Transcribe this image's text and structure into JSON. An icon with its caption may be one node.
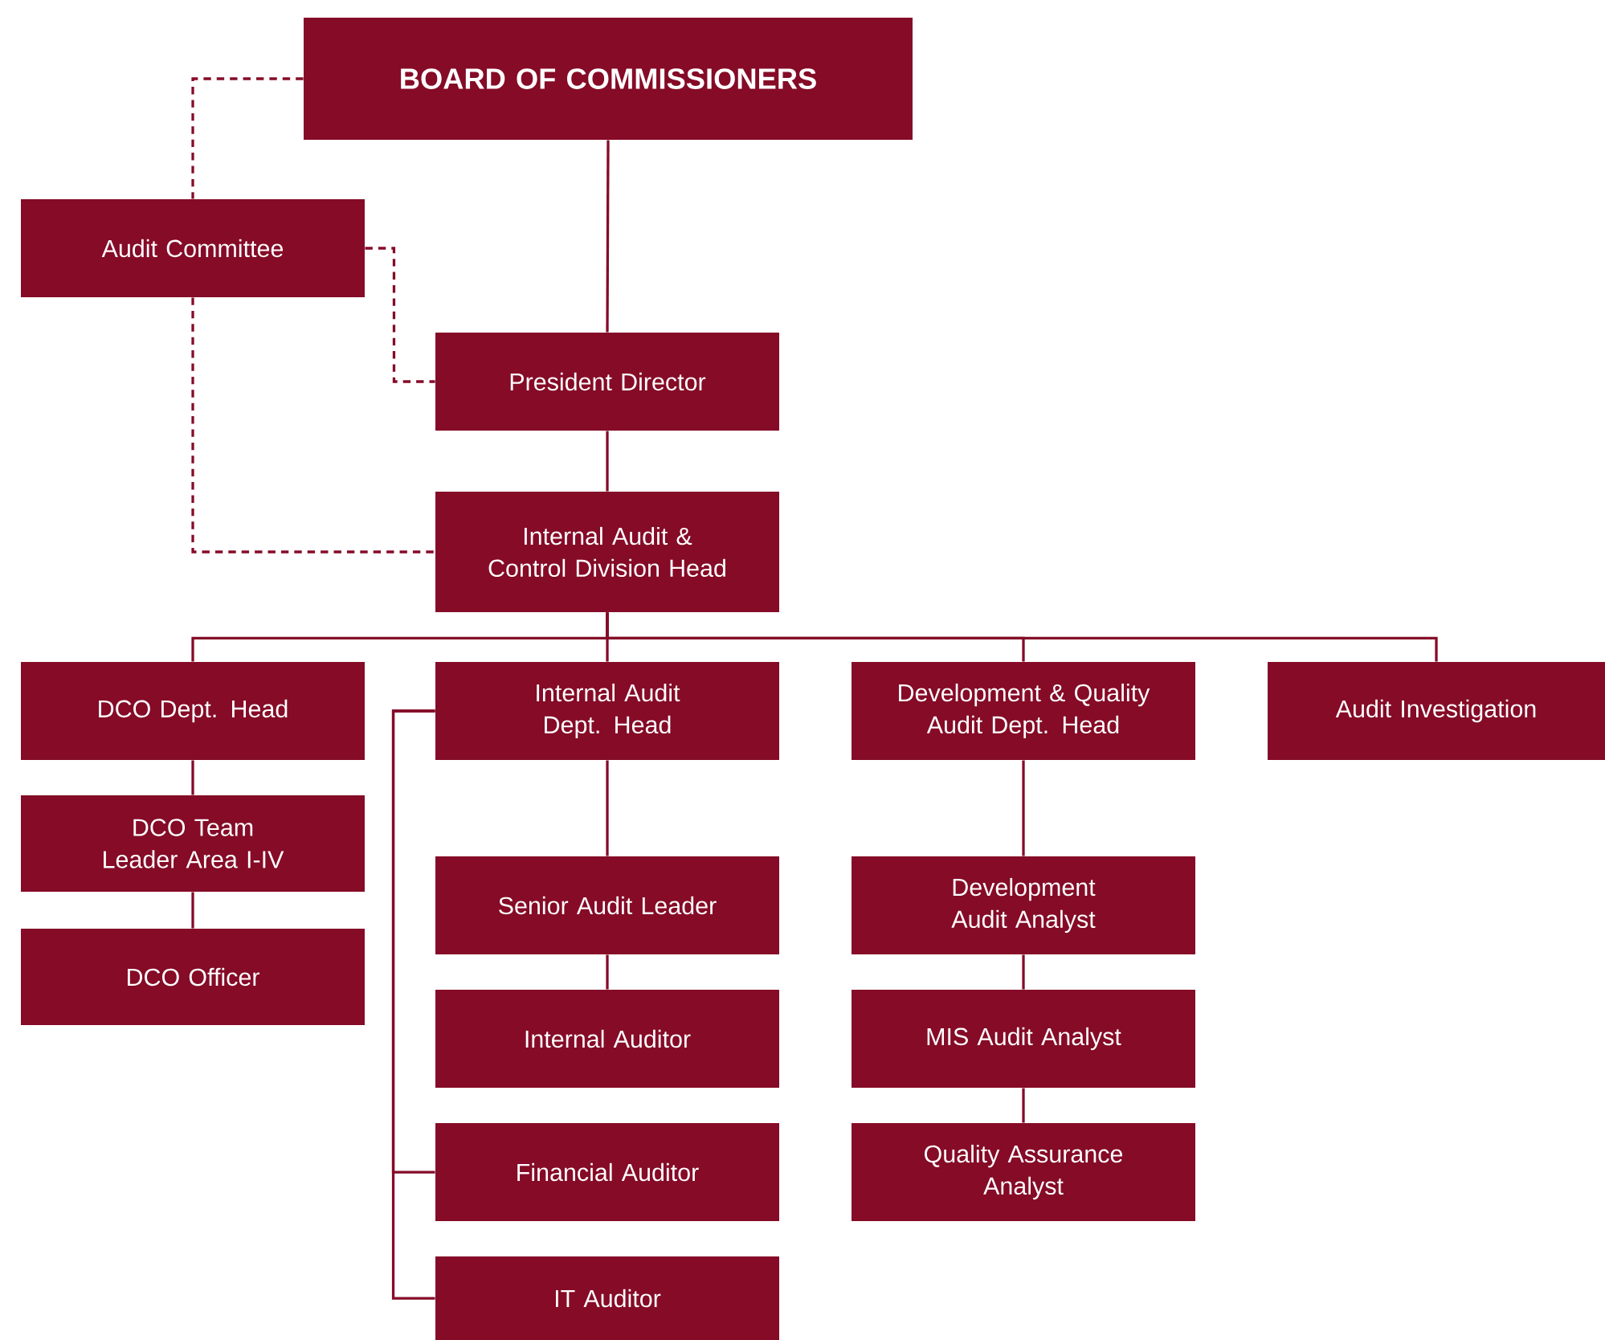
{
  "diagram": {
    "nodes": [
      {
        "text": [
          "BOARD OF COMMISSIONERS"
        ]
      },
      {
        "text": [
          "Audit Committee"
        ]
      },
      {
        "text": [
          "President Director"
        ]
      },
      {
        "text": [
          "Internal Audit & Control Division Head"
        ]
      },
      {
        "text": [
          "DCO Dept. Head"
        ]
      },
      {
        "text": [
          "DCO Team Leader Area I-IV"
        ]
      },
      {
        "text": [
          "DCO Officer"
        ]
      },
      {
        "text": [
          "Internal Audit Dept. Head"
        ]
      },
      {
        "text": [
          "Senior Audit Leader"
        ]
      },
      {
        "text": [
          "Internal Auditor"
        ]
      },
      {
        "text": [
          "Financial Auditor"
        ]
      },
      {
        "text": [
          "IT Auditor"
        ]
      },
      {
        "text": [
          "Development & Quality Audit Dept. Head"
        ]
      },
      {
        "text": [
          "Development Audit Analyst"
        ]
      },
      {
        "text": [
          "MIS Audit Analyst"
        ]
      },
      {
        "text": [
          "Quality Assurance Analyst"
        ]
      },
      {
        "text": [
          "Audit Investigation"
        ]
      }
    ],
    "edges": [
      {
        "from": 0,
        "to": 2,
        "arrow": "none"
      },
      {
        "from": 0,
        "to": 1,
        "arrow": "none",
        "style": "dashed"
      },
      {
        "from": 1,
        "to": 2,
        "arrow": "none",
        "style": "dashed"
      },
      {
        "from": 1,
        "to": 3,
        "arrow": "none",
        "style": "dashed"
      },
      {
        "from": 2,
        "to": 3,
        "arrow": "none"
      },
      {
        "from": 3,
        "to": 4,
        "arrow": "none"
      },
      {
        "from": 3,
        "to": 7,
        "arrow": "none"
      },
      {
        "from": 3,
        "to": 12,
        "arrow": "none"
      },
      {
        "from": 3,
        "to": 16,
        "arrow": "none"
      },
      {
        "from": 4,
        "to": 5,
        "arrow": "none"
      },
      {
        "from": 5,
        "to": 6,
        "arrow": "none"
      },
      {
        "from": 7,
        "to": 8,
        "arrow": "none"
      },
      {
        "from": 8,
        "to": 9,
        "arrow": "none"
      },
      {
        "from": 7,
        "to": 10,
        "arrow": "none"
      },
      {
        "from": 7,
        "to": 11,
        "arrow": "none"
      },
      {
        "from": 12,
        "to": 13,
        "arrow": "none"
      },
      {
        "from": 13,
        "to": 14,
        "arrow": "none"
      },
      {
        "from": 14,
        "to": 15,
        "arrow": "none"
      }
    ]
  }
}
